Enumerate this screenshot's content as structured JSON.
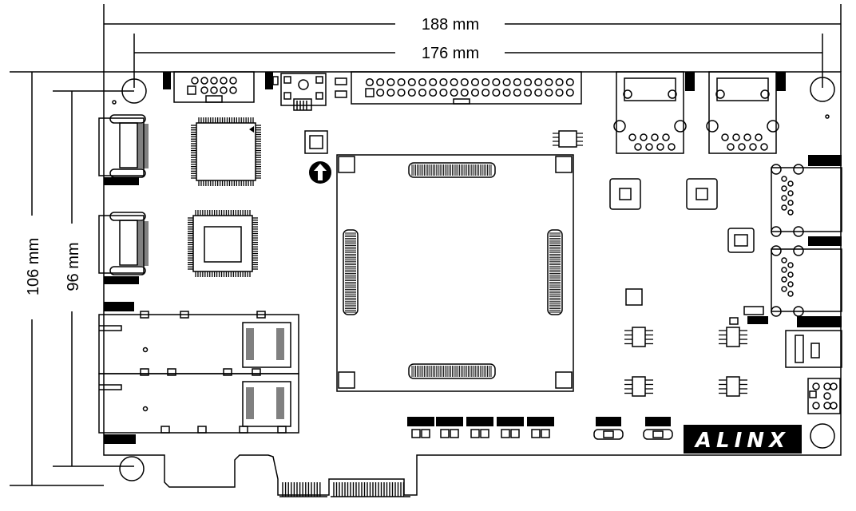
{
  "dimensions": {
    "width_outer": "188 mm",
    "width_inner": "176 mm",
    "height_outer": "106 mm",
    "height_inner": "96 mm"
  },
  "brand": {
    "logo_text": "ALINX",
    "logo_bg": "#000000",
    "logo_fg": "#ffffff"
  },
  "colors": {
    "line": "#000000",
    "background": "#ffffff"
  }
}
